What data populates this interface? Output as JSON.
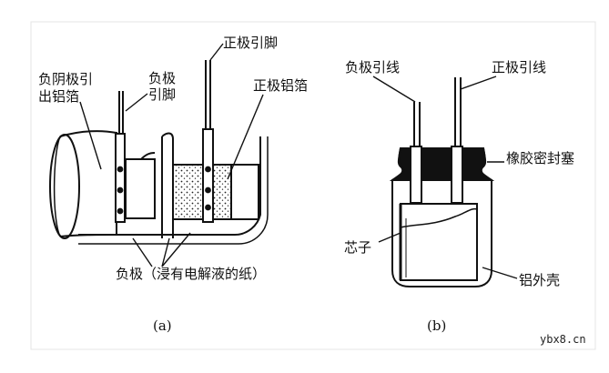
{
  "diagram": {
    "panel_a": {
      "caption": "(a)",
      "labels": {
        "neg_cathode_lead_foil_line1": "负阴极引",
        "neg_cathode_lead_foil_line2": "出铝箔",
        "neg_lead_line1": "负极",
        "neg_lead_line2": "引脚",
        "pos_lead": "正极引脚",
        "pos_foil": "正极铝箔",
        "neg_electrode_paper": "负极（浸有电解液的纸）"
      }
    },
    "panel_b": {
      "caption": "(b)",
      "labels": {
        "neg_lead_wire": "负极引线",
        "pos_lead_wire": "正极引线",
        "rubber_seal": "橡胶密封塞",
        "core": "芯子",
        "aluminum_shell": "铝外壳"
      }
    },
    "watermark": "ybx8.cn"
  }
}
